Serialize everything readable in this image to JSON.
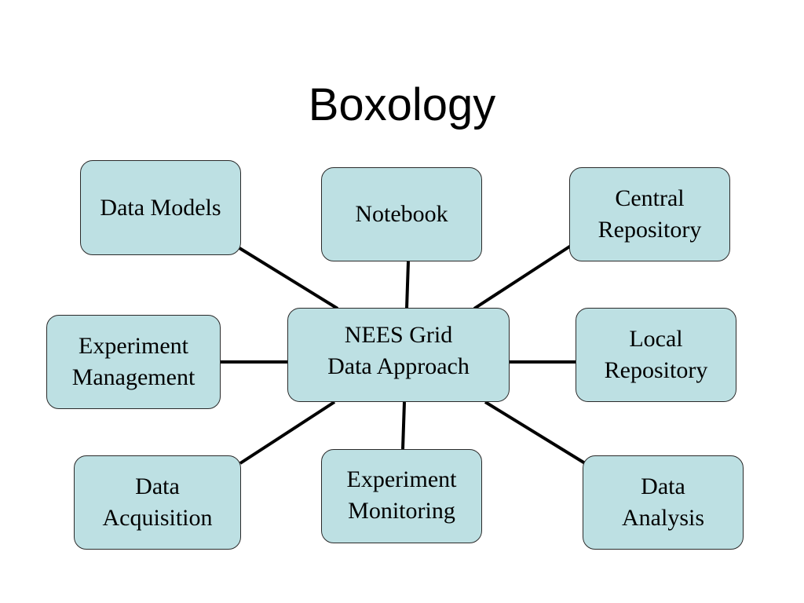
{
  "slide": {
    "title": "Boxology"
  },
  "diagram": {
    "center": "NEES Grid\nData Approach",
    "nodes": {
      "data_models": "Data Models",
      "notebook": "Notebook",
      "central_repository": "Central\nRepository",
      "experiment_management": "Experiment\nManagement",
      "local_repository": "Local\nRepository",
      "data_acquisition": "Data\nAcquisition",
      "experiment_monitoring": "Experiment\nMonitoring",
      "data_analysis": "Data\nAnalysis"
    },
    "edges": [
      [
        "center",
        "data_models"
      ],
      [
        "center",
        "notebook"
      ],
      [
        "center",
        "central_repository"
      ],
      [
        "center",
        "experiment_management"
      ],
      [
        "center",
        "local_repository"
      ],
      [
        "center",
        "data_acquisition"
      ],
      [
        "center",
        "experiment_monitoring"
      ],
      [
        "center",
        "data_analysis"
      ]
    ],
    "colors": {
      "box_fill": "#bde0e3",
      "box_border": "#2a2a2a",
      "connector": "#000000"
    }
  }
}
